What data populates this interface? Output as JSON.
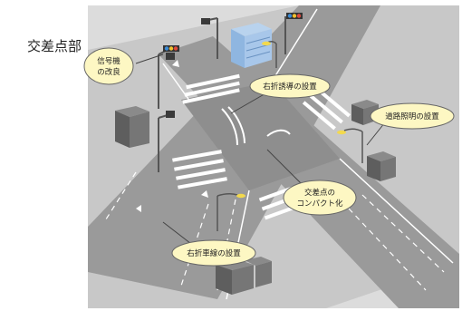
{
  "section_label": "交差点部",
  "callouts": {
    "signal_improvement": {
      "line1": "信号機",
      "line2": "の改良"
    },
    "right_turn_guidance": "右折誘導の設置",
    "road_lighting": "道路照明の設置",
    "compact_intersection": {
      "line1": "交差点の",
      "line2": "コンパクト化"
    },
    "right_turn_lane": "右折車線の設置"
  },
  "colors": {
    "panel_bg": "#dcdcdc",
    "road": "#9a9a9a",
    "sidewalk": "#bdbdbd",
    "callout_fill": "#fdf7c3",
    "lamp": "#f3d94d",
    "building": "#8fb6e0"
  }
}
